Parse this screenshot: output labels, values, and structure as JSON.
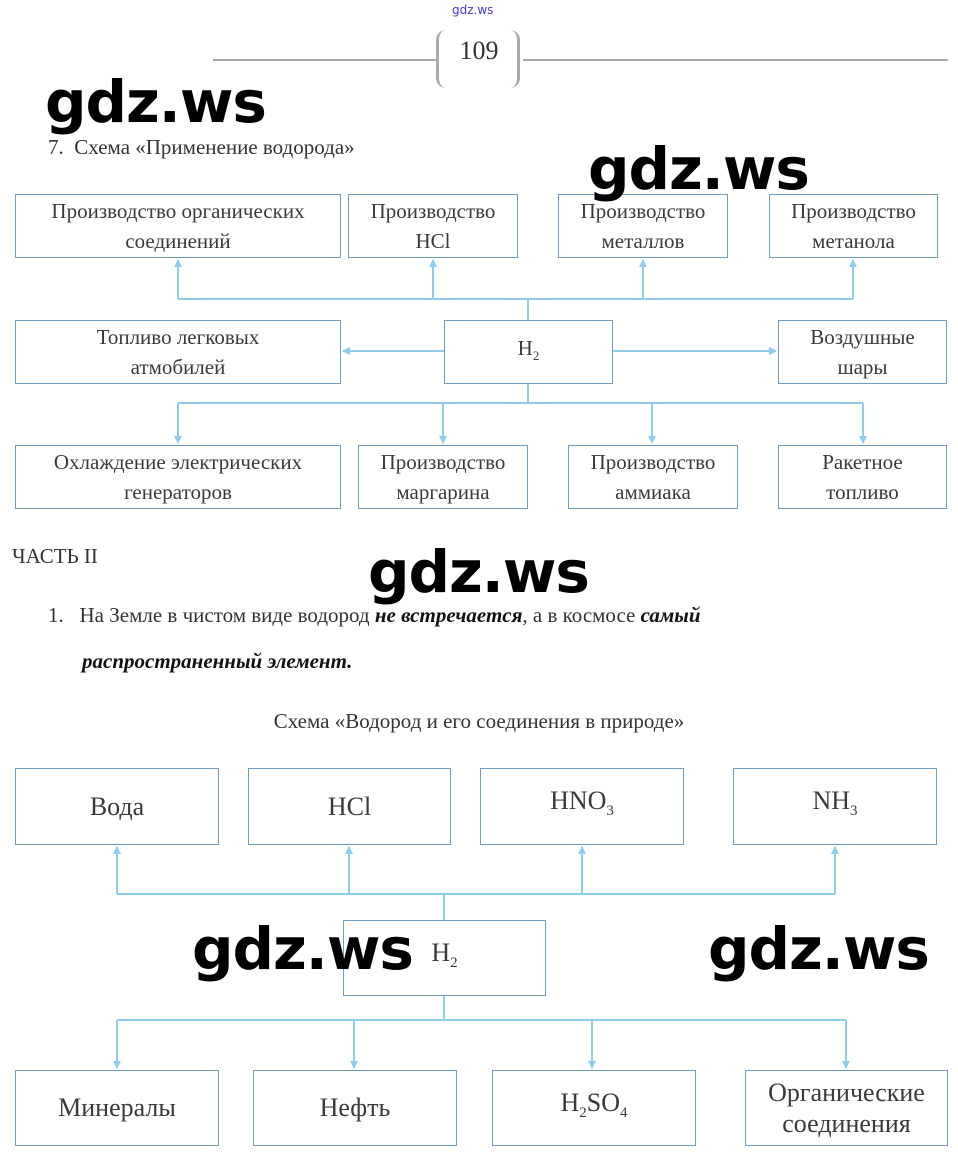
{
  "header": {
    "site_link": "gdz.ws",
    "page_number": "109"
  },
  "watermark": "gdz.ws",
  "section7": {
    "number": "7.",
    "title": "Схема «Применение водорода»",
    "center": "H",
    "center_sub": "2",
    "top": [
      [
        "Производство органических",
        "соединений"
      ],
      [
        "Производство",
        "HCl"
      ],
      [
        "Производство",
        "металлов"
      ],
      [
        "Производство",
        "метанола"
      ]
    ],
    "left": [
      "Топливо легковых",
      "атмобилей"
    ],
    "right": [
      "Воздушные",
      "шары"
    ],
    "bottom": [
      [
        "Охлаждение электрических",
        "генераторов"
      ],
      [
        "Производство",
        "маргарина"
      ],
      [
        "Производство",
        "аммиака"
      ],
      [
        "Ракетное",
        "топливо"
      ]
    ]
  },
  "part2": {
    "heading": "ЧАСТЬ II",
    "item_number": "1.",
    "text1": "На Земле в чистом виде водород ",
    "em1": "не встречается",
    "text2": ", а в космосе ",
    "em2": "самый",
    "em3": "распространенный элемент.",
    "scheme_title": "Схема «Водород и его соединения в природе»",
    "center": "H",
    "center_sub": "2",
    "top": [
      {
        "main": "Вода",
        "sub": ""
      },
      {
        "main": "HCl",
        "sub": ""
      },
      {
        "main": "HNO",
        "sub": "3"
      },
      {
        "main": "NH",
        "sub": "3"
      }
    ],
    "bottom": {
      "b1": "Минералы",
      "b2": "Нефть",
      "b3_h": "H",
      "b3_2": "2",
      "b3_so": "SO",
      "b3_4": "4",
      "b4": [
        "Органические",
        "соединения"
      ]
    }
  },
  "colors": {
    "line": "#8ecdee",
    "border": "#6f9cc0",
    "link": "#3a3adf"
  }
}
